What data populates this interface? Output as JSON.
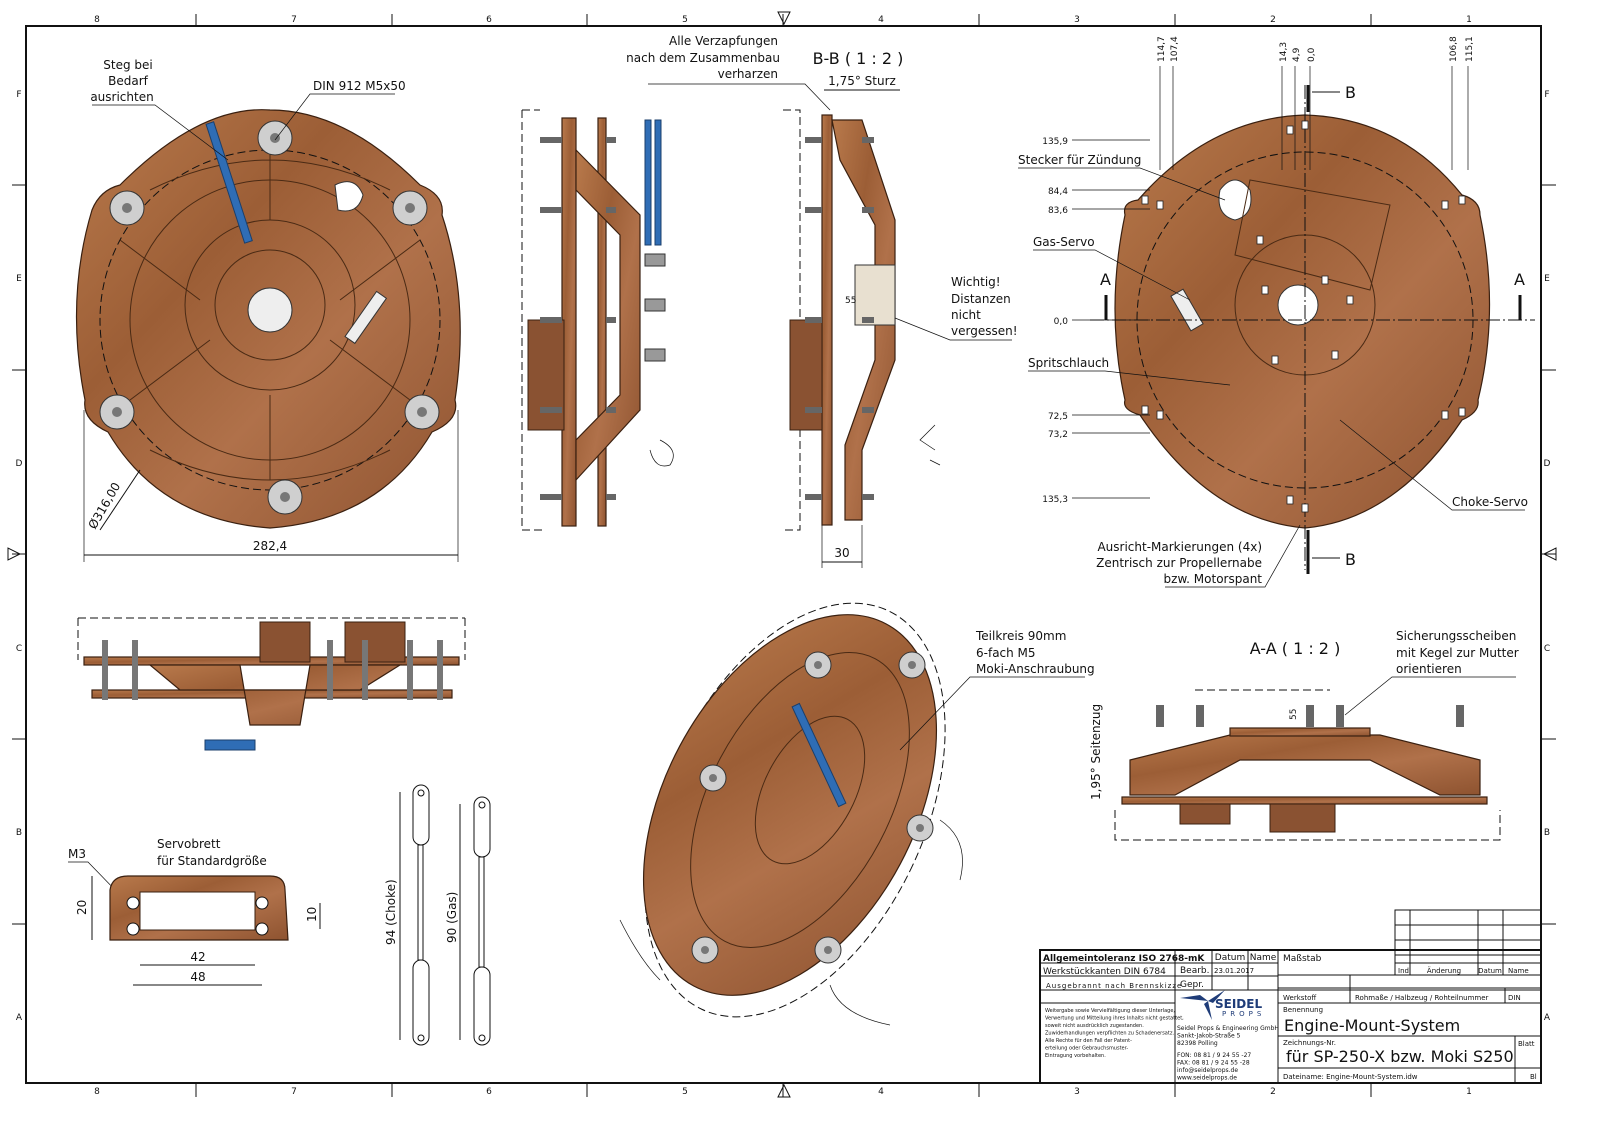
{
  "sheet": {
    "columns": [
      "8",
      "7",
      "6",
      "5",
      "4",
      "3",
      "2",
      "1"
    ],
    "rows": [
      "F",
      "E",
      "D",
      "C",
      "B",
      "A"
    ]
  },
  "colors": {
    "wood": "#a8683e",
    "servo_rod": "#2f6db5",
    "washer": "#cfcfcf",
    "line": "#111111"
  },
  "top_view": {
    "note_steg": [
      "Steg bei",
      "Bedarf",
      "ausrichten"
    ],
    "note_screw": "DIN 912 M5x50",
    "dim_diameter": "Ø316,00",
    "dim_width": "282,4"
  },
  "side_view": {
    "note_verzapfung": [
      "Alle Verzapfungen",
      "nach dem Zusammenbau",
      "verharzen"
    ]
  },
  "section_bb": {
    "title": "B-B ( 1 : 2 )",
    "dim_sturz": "1,75° Sturz",
    "dim_55": "55",
    "dim_30": "30",
    "note_wichtig": [
      "Wichtig!",
      "Distanzen",
      "nicht",
      "vergessen!"
    ]
  },
  "rear_view": {
    "top_ordinates": [
      "114,7",
      "107,4",
      "14,3",
      "4,9",
      "0,0",
      "106,8",
      "115,1"
    ],
    "left_ordinates": [
      "135,9",
      "84,4",
      "83,6",
      "0,0",
      "72,5",
      "73,2",
      "135,3"
    ],
    "labels": {
      "stecker": "Stecker für Zündung",
      "gas_servo": "Gas-Servo",
      "spritschlauch": "Spritschlauch",
      "choke_servo": "Choke-Servo",
      "section_b": "B",
      "section_a": "A"
    },
    "note_ausricht": [
      "Ausricht-Markierungen (4x)",
      "Zentrisch zur Propellernabe",
      "bzw. Motorspant"
    ]
  },
  "iso_view": {
    "note_teilkreis": [
      "Teilkreis 90mm",
      "6-fach M5",
      "Moki-Anschraubung"
    ]
  },
  "section_aa": {
    "title": "A-A ( 1 : 2 )",
    "note_sicherung": [
      "Sicherungsscheiben",
      "mit Kegel zur Mutter",
      "orientieren"
    ],
    "dim_seitenzug": "1,95° Seitenzug",
    "dim_55": "55"
  },
  "servo_board": {
    "title": [
      "Servobrett",
      "für Standardgröße"
    ],
    "label_m3": "M3",
    "dim_20": "20",
    "dim_10": "10",
    "dim_42": "42",
    "dim_48": "48"
  },
  "rods": {
    "choke": "94 (Choke)",
    "gas": "90 (Gas)"
  },
  "title_block": {
    "tolerance": "Allgemeintoleranz ISO 2768-mK",
    "edges": "Werkstückkanten DIN 6784",
    "burned": "Ausgebrannt nach Brennskizze",
    "col_datum": "Datum",
    "col_name": "Name",
    "row_bearb": "Bearb.",
    "bearb_date": "23.01.2017",
    "row_gepr": "Gepr.",
    "scale_label": "Maßstab",
    "rev_ind": "Ind.",
    "rev_change": "Änderung",
    "rev_datum": "Datum",
    "rev_name": "Name",
    "material": "Werkstoff",
    "raw": "Rohmaße / Halbzeug / Rohteilnummer",
    "din": "DIN",
    "benennung_label": "Benennung",
    "benennung": "Engine-Mount-System",
    "drawing_no_label": "Zeichnungs-Nr.",
    "drawing_no": "für SP-250-X bzw. Moki S250",
    "blatt": "Blatt",
    "bl": "Bl",
    "filename": "Dateiname: Engine-Mount-System.idw",
    "copyright": [
      "Weitergabe sowie Vervielfältigung dieser Unterlage,",
      "Verwertung und Mitteilung ihres Inhalts nicht gestattet,",
      "soweit nicht ausdrücklich zugestanden.",
      "Zuwiderhandlungen verpflichten zu Schadenersatz.",
      "Alle Rechte für den Fall der Patent-",
      "erteilung oder Gebrauchsmuster-",
      "Eintragung vorbehalten."
    ],
    "logo_text": "SEIDEL",
    "logo_sub": "PROPS",
    "company": [
      "Seidel Props & Engineering GmbH",
      "Sankt-Jakob-Straße 5",
      "82398 Polling"
    ],
    "contact": [
      "FON: 08 81 / 9 24 55 -27",
      "FAX: 08 81 / 9 24 55 -28",
      "info@seidelprops.de",
      "www.seidelprops.de"
    ]
  }
}
